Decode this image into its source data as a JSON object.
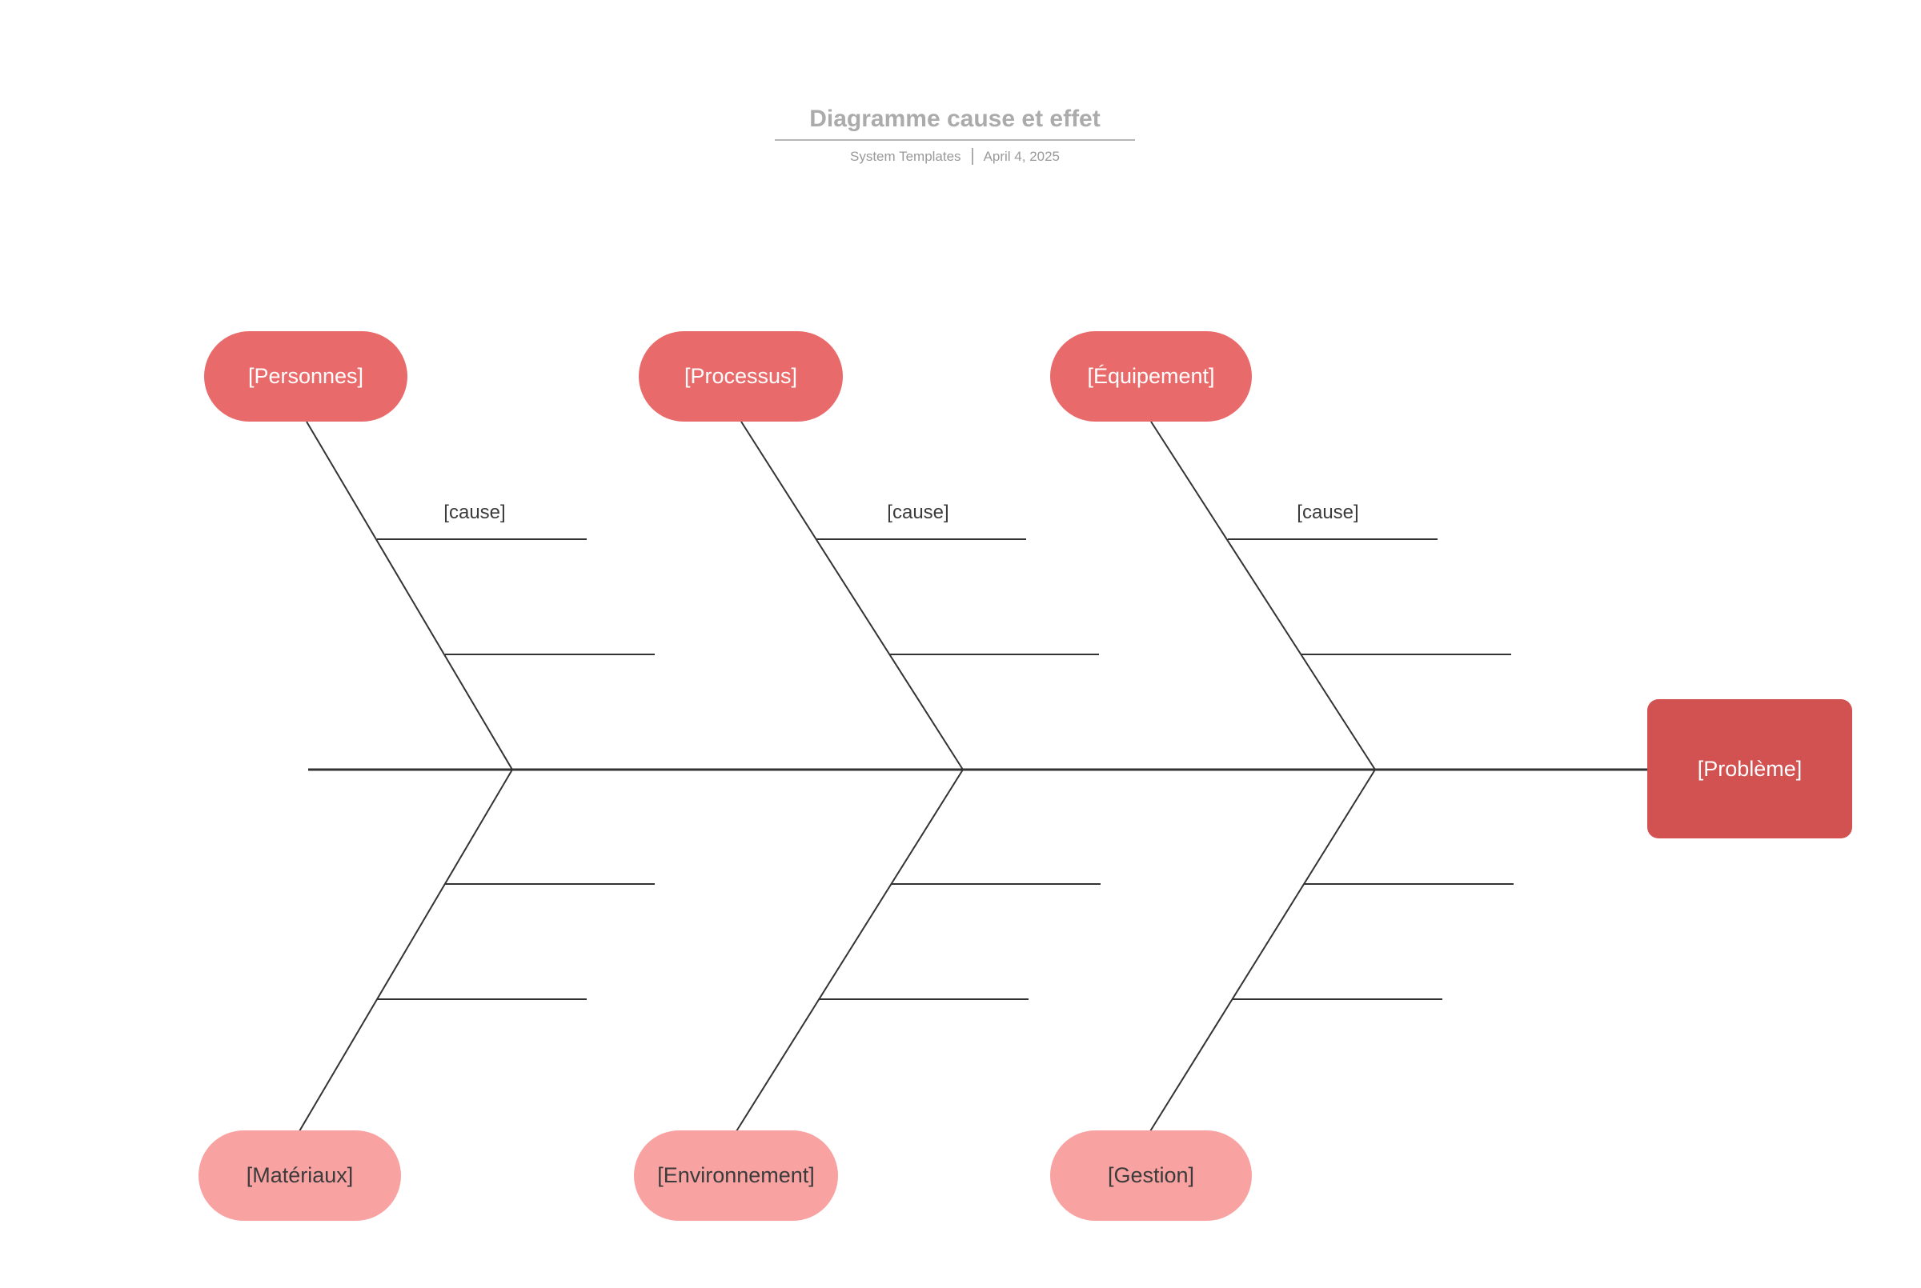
{
  "header": {
    "title": "Diagramme cause et effet",
    "author": "System Templates",
    "date": "April 4, 2025"
  },
  "problem": {
    "label": "[Problème]"
  },
  "cause_placeholder": "[cause]",
  "branches": {
    "top": [
      {
        "id": "personnes",
        "label": "[Personnes]"
      },
      {
        "id": "processus",
        "label": "[Processus]"
      },
      {
        "id": "equipement",
        "label": "[Équipement]"
      }
    ],
    "bottom": [
      {
        "id": "materiaux",
        "label": "[Matériaux]"
      },
      {
        "id": "environnement",
        "label": "[Environnement]"
      },
      {
        "id": "gestion",
        "label": "[Gestion]"
      }
    ]
  },
  "colors": {
    "category_top_fill": "#E96A6A",
    "category_bottom_fill": "#F9A2A2",
    "problem_fill": "#D25151",
    "line": "#333333",
    "title_text": "#ABABAB",
    "subtitle_text": "#9A9A9A",
    "category_top_text": "#FFFFFF",
    "category_bottom_text": "#3B3B3B"
  }
}
